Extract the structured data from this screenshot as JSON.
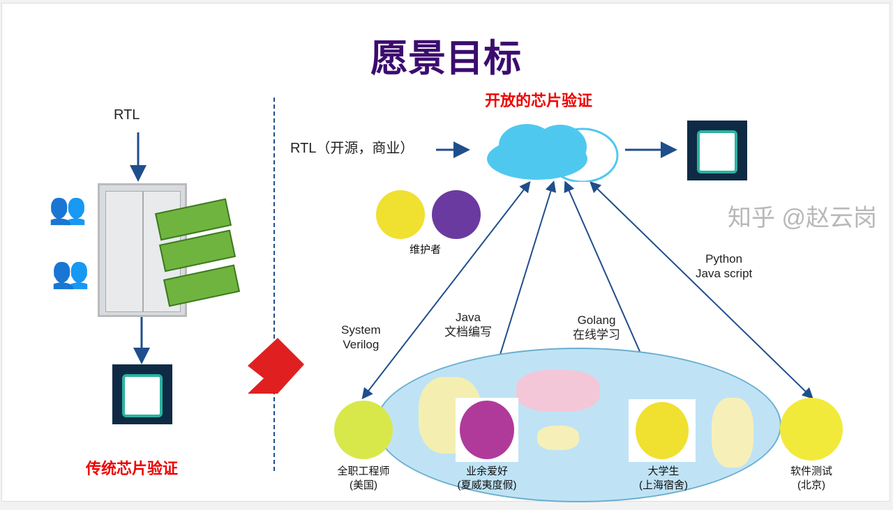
{
  "title": "愿景目标",
  "traditional": {
    "input": "RTL",
    "caption": "传统芯片验证"
  },
  "open": {
    "caption": "开放的芯片验证",
    "input": "RTL（开源，商业）",
    "maintainer": "维护者"
  },
  "links": [
    {
      "lang1": "System",
      "lang2": "Verilog"
    },
    {
      "lang1": "Java",
      "lang2": "文档编写"
    },
    {
      "lang1": "Golang",
      "lang2": "在线学习"
    },
    {
      "lang1": "Python",
      "lang2": "Java script"
    }
  ],
  "people": [
    {
      "role": "全职工程师",
      "place": "(美国)",
      "color": "#d8e84a"
    },
    {
      "role": "业余爱好",
      "place": "(夏威夷度假)",
      "color": "#b03a9a"
    },
    {
      "role": "大学生",
      "place": "(上海宿舍)",
      "color": "#f0e030"
    },
    {
      "role": "软件测试",
      "place": "(北京)",
      "color": "#f2ea3a"
    }
  ],
  "watermark": "知乎 @赵云岗"
}
